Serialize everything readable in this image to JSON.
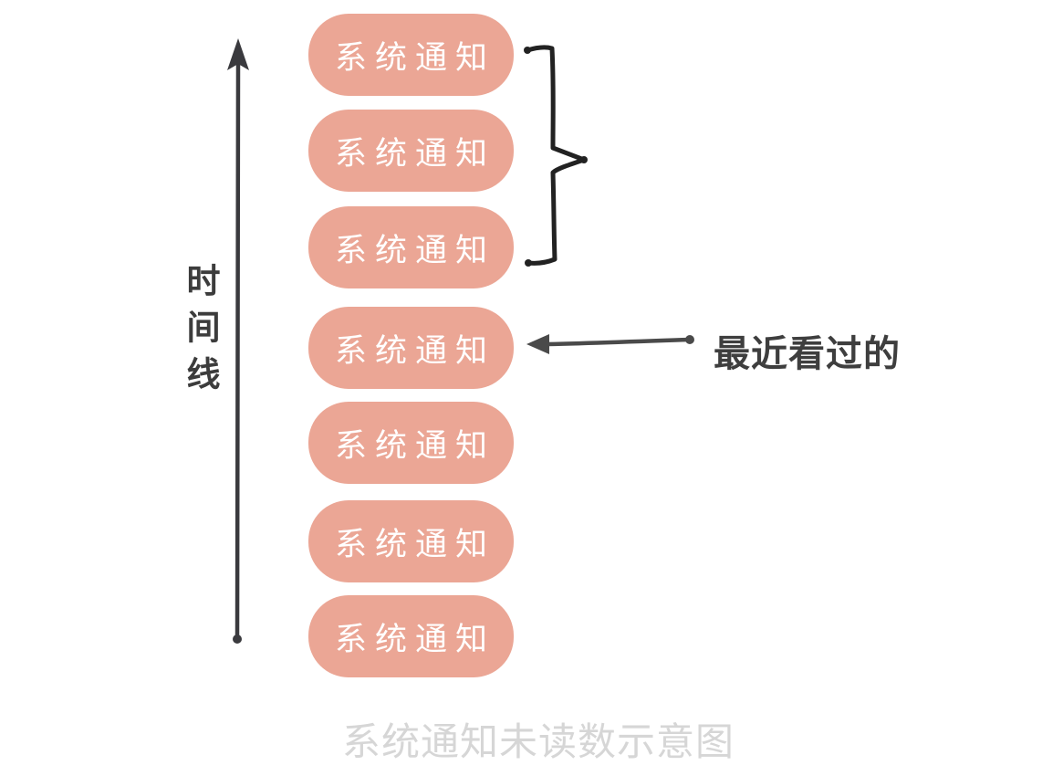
{
  "page": {
    "caption": "系统通知未读数示意图",
    "background_color": "#FFFFFF"
  },
  "colors": {
    "box_fill": "#EBA695",
    "box_text": "#FFFFFF",
    "timeline_stroke": "#3A3A3E",
    "arrow_stroke": "#4A4A4A",
    "brace_stroke": "#222222",
    "label_text": "#3E3E3E",
    "caption_text": "#D6D6D6"
  },
  "timeline": {
    "label": "时间线"
  },
  "notifications": {
    "items": [
      {
        "label": "系统通知"
      },
      {
        "label": "系统通知"
      },
      {
        "label": "系统通知"
      },
      {
        "label": "系统通知"
      },
      {
        "label": "系统通知"
      },
      {
        "label": "系统通知"
      },
      {
        "label": "系统通知"
      }
    ]
  },
  "annotations": {
    "recently_viewed_label": "最近看过的"
  }
}
